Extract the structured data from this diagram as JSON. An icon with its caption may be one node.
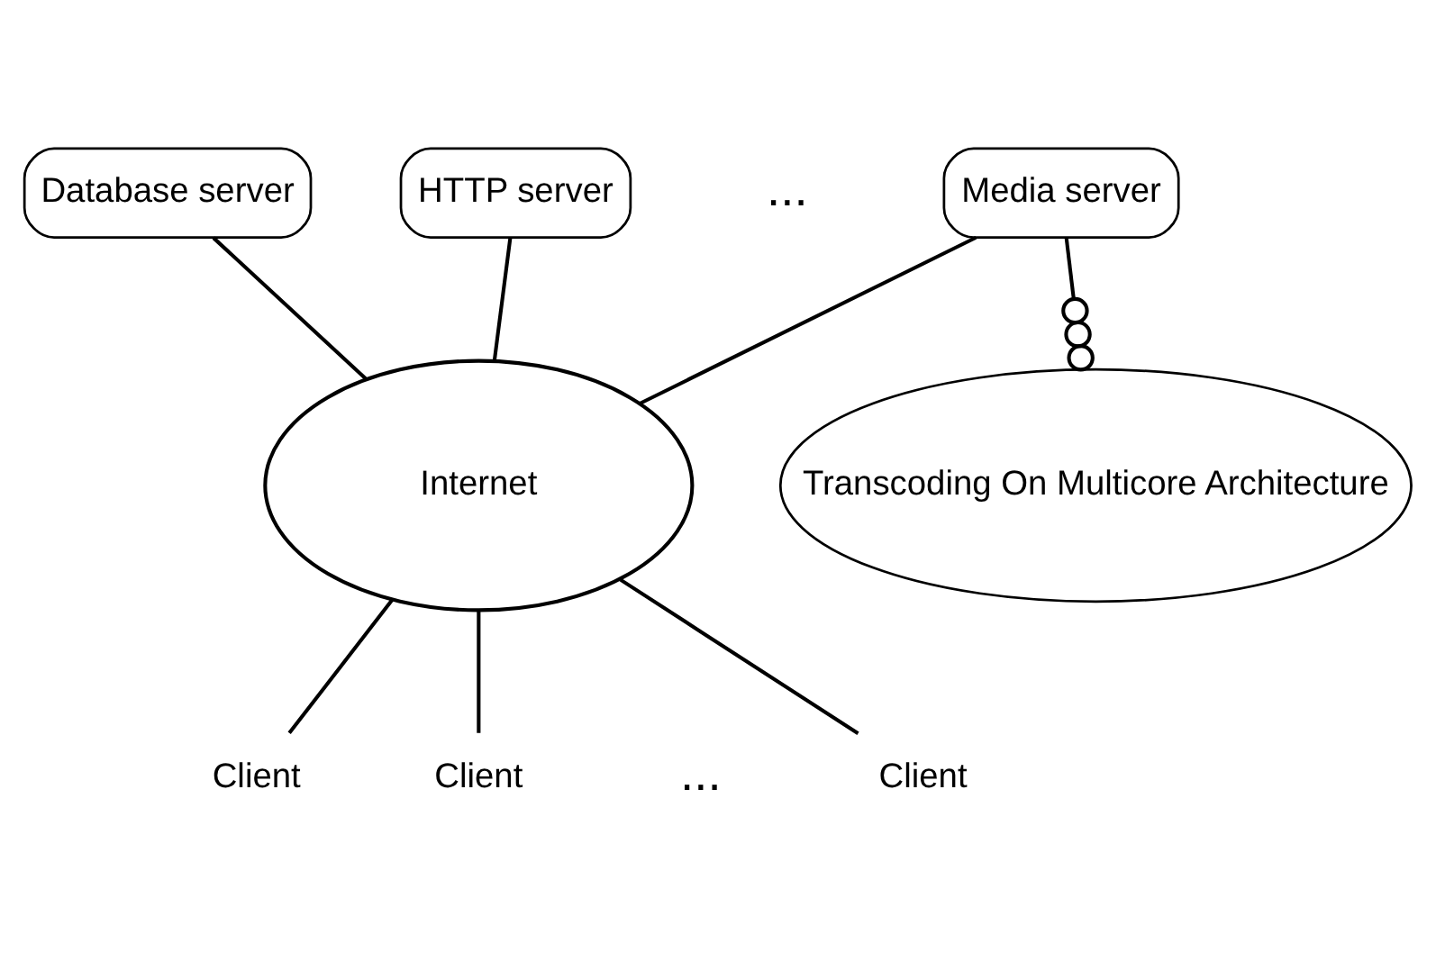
{
  "diagram": {
    "nodes": [
      {
        "text": [
          "Transcoding On Multicore Architecture"
        ]
      },
      {
        "text": [
          "Database server"
        ]
      },
      {
        "text": [
          "HTTP server"
        ]
      },
      {
        "text": [
          "Media server"
        ]
      },
      {
        "text": [
          "Internet"
        ]
      },
      {
        "text": [
          "Client"
        ]
      },
      {
        "text": [
          "Client"
        ]
      },
      {
        "text": [
          "Client"
        ]
      }
    ],
    "edges": [
      {
        "from": 3,
        "to": 0,
        "arrow": "other"
      },
      {
        "from": 1,
        "to": 4,
        "arrow": "none"
      },
      {
        "from": 2,
        "to": 4,
        "arrow": "none"
      },
      {
        "from": 3,
        "to": 4,
        "arrow": "none"
      },
      {
        "from": 4,
        "to": 5,
        "arrow": "none"
      },
      {
        "from": 4,
        "to": 6,
        "arrow": "none"
      },
      {
        "from": 4,
        "to": 7,
        "arrow": "none"
      }
    ],
    "labels": [
      "...",
      "..."
    ]
  }
}
